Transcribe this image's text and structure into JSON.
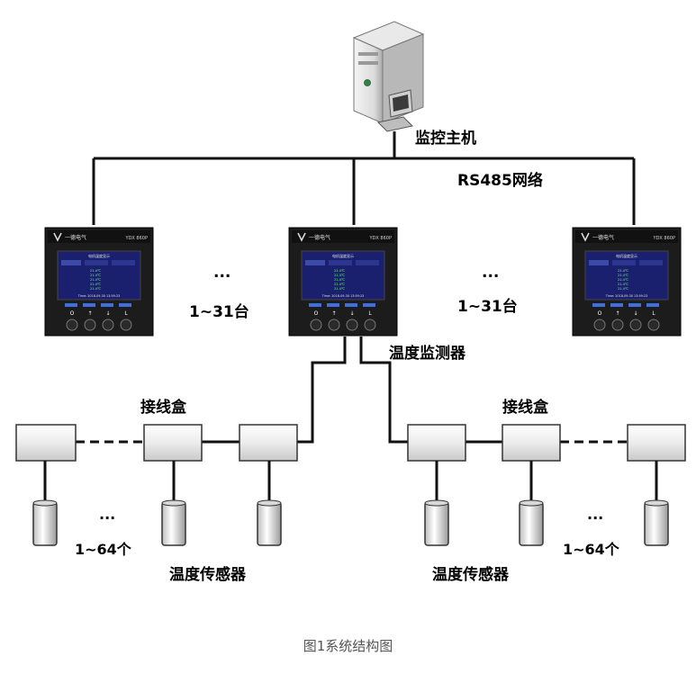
{
  "labels": {
    "host": "监控主机",
    "network": "RS485网络",
    "monitor": "温度监测器",
    "count_left": "1~31台",
    "count_right": "1~31台",
    "ellipsis": "...",
    "jbox_left": "接线盒",
    "jbox_right": "接线盒",
    "sensor_count_left": "1~64个",
    "sensor_count_right": "1~64个",
    "sensor_left": "温度传感器",
    "sensor_right": "温度传感器",
    "caption": "图1系统结构图"
  },
  "device": {
    "brand": "一德电气",
    "model": "YDX 860P",
    "screen_title": "电机温度显示",
    "screen_values": [
      "21.4℃",
      "21.4℃",
      "21.4℃",
      "21.4℃",
      "21.4℃"
    ],
    "screen_footer": "Time: 2018-09-30 13:59:23",
    "buttons": [
      "O",
      "↑",
      "↓",
      "L"
    ]
  },
  "colors": {
    "line": "#111111",
    "panel": "#1c1c1c",
    "screen": "#1a1f6e",
    "box_fill": "#f3f3f3",
    "caption": "#555555"
  }
}
